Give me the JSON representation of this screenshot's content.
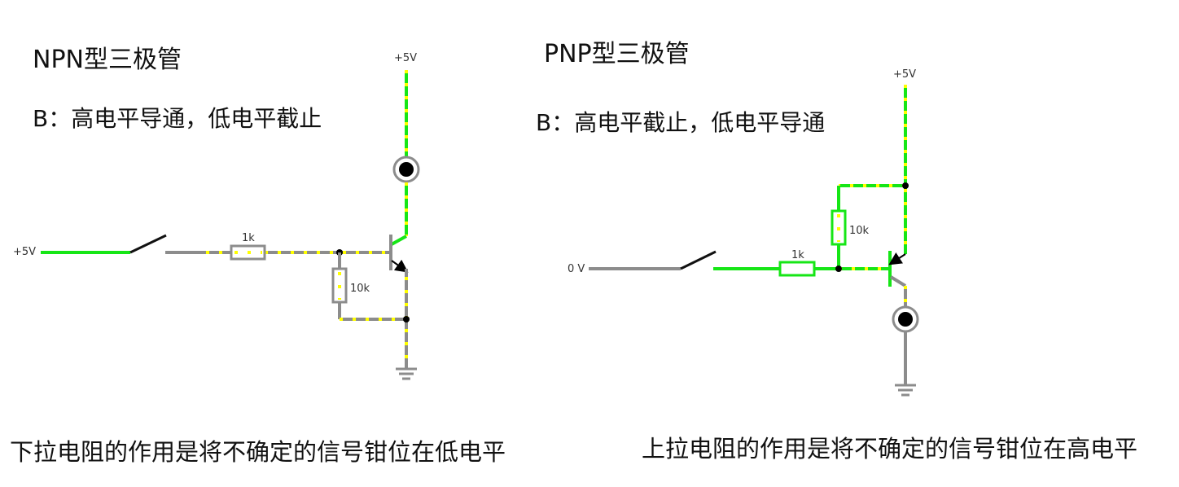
{
  "npn": {
    "title": "NPN型三极管",
    "rule": "B：高电平导通，低电平截止",
    "caption": "下拉电阻的作用是将不确定的信号钳位在低电平",
    "labels": {
      "vcc_top": "+5V",
      "vin": "+5V",
      "r_base": "1k",
      "r_pull": "10k"
    }
  },
  "pnp": {
    "title": "PNP型三极管",
    "rule": "B：高电平截止，低电平导通",
    "caption": "上拉电阻的作用是将不确定的信号钳位在高电平",
    "labels": {
      "vcc_top": "+5V",
      "vin": "0 V",
      "r_base": "1k",
      "r_pull": "10k"
    }
  },
  "colors": {
    "live_wire": "#16e616",
    "dead_wire": "#8c8c8c",
    "current_dots": "#ffff00"
  }
}
